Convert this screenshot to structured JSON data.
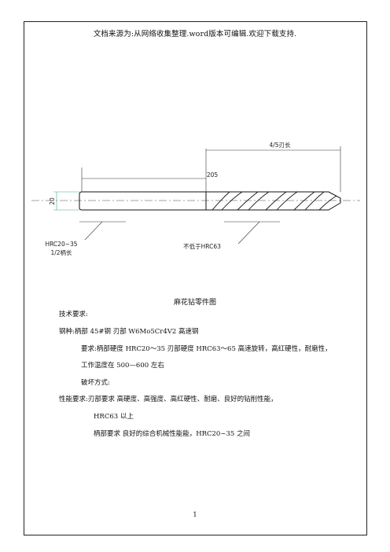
{
  "header": "文档来源为:从网络收集整理.word版本可编辑.欢迎下载支持.",
  "drawing": {
    "dim_flute": "4/5刃长",
    "dim_total": "205",
    "dim_dia": "20",
    "label_shank": "HRC20~35",
    "label_shank_sub": "1/2柄长",
    "label_edge": "不低于HRC63"
  },
  "caption": "麻花钻零件图",
  "body": {
    "line1": "技术要求:",
    "line2": "钢种:柄部 45#钢      刃部 W6Mo5Cr4V2 高速钢",
    "line3": "要求:柄部硬度 HRC20～35    刃部硬度 HRC63～65 高速旋转，高红硬性，耐磨性，",
    "line4": "工作温度在 500—600 左右",
    "line5": "破坏方式:",
    "line6": "性能要求:刃部要求  高硬度、高强度、高红硬性、耐磨、良好的钻削性能，",
    "line7": "HRC63 以上",
    "line8": "柄部要求  良好的综合机械性能能，HRC20~35 之间"
  },
  "page_number": "1"
}
